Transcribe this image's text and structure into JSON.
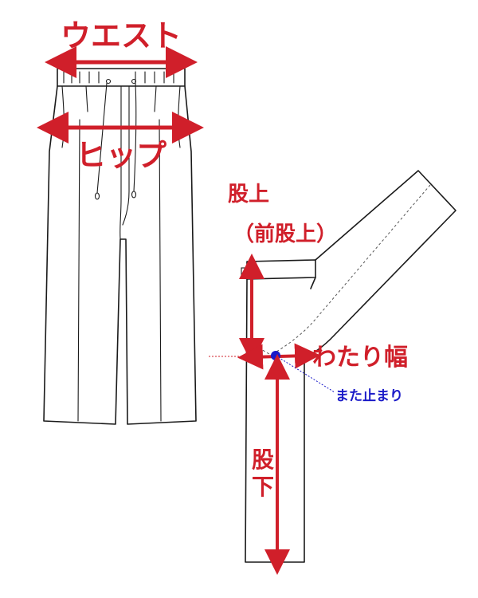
{
  "labels": {
    "waist": "ウエスト",
    "hip": "ヒップ",
    "rise": "股上",
    "front_rise": "（前股上）",
    "thigh": "わたり幅",
    "tack_point": "また止まり",
    "inseam_1": "股",
    "inseam_2": "下"
  },
  "colors": {
    "measure": "#d01f2a",
    "tack": "#1a1ac8",
    "outline": "#1a1a1a",
    "background": "#ffffff"
  }
}
